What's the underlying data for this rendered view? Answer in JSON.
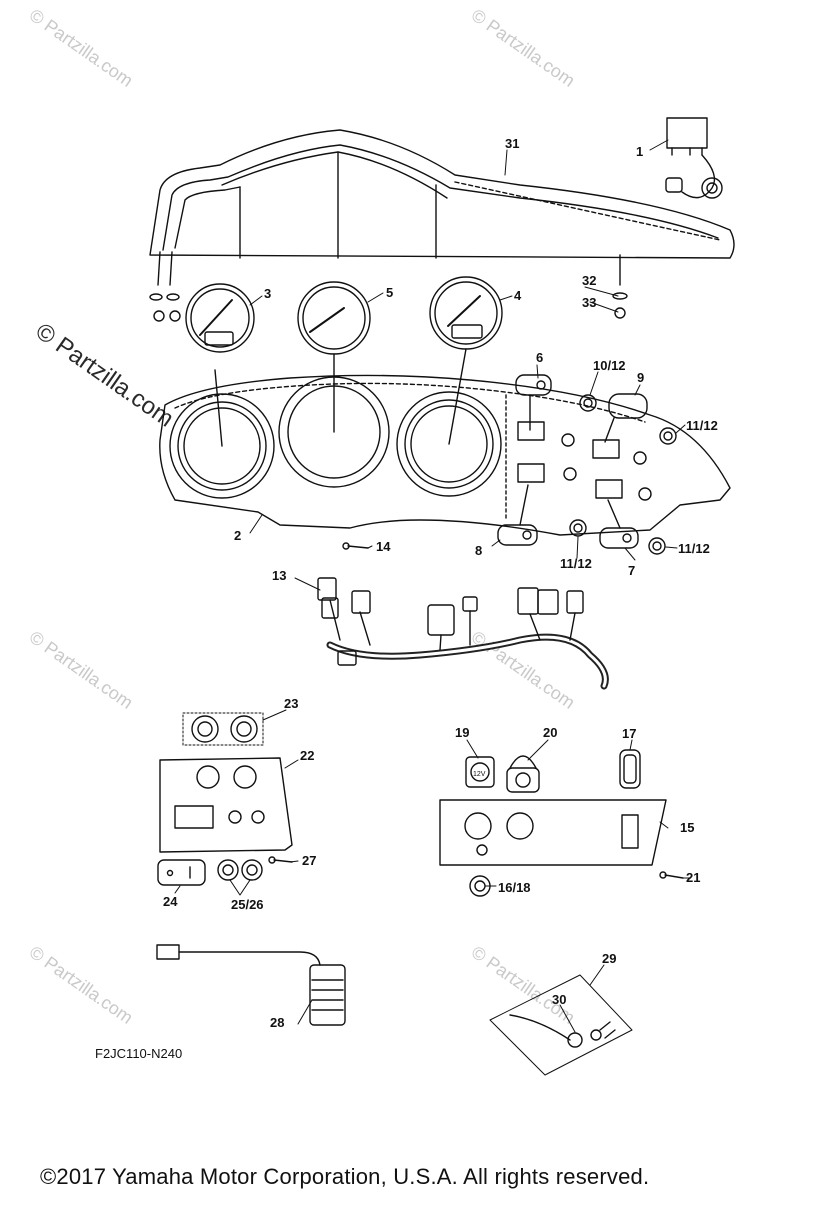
{
  "watermark": {
    "small": "© Partzilla.com",
    "large": "© Partzilla.com"
  },
  "diagram_code": "F2JC110-N240",
  "copyright": "©2017  Yamaha Motor Corporation, U.S.A. All rights reserved.",
  "callouts": {
    "c1": "1",
    "c2": "2",
    "c3": "3",
    "c4": "4",
    "c5": "5",
    "c6": "6",
    "c7": "7",
    "c8": "8",
    "c9": "9",
    "c10_12": "10/12",
    "c11_12_a": "11/12",
    "c11_12_b": "11/12",
    "c11_12_c": "11/12",
    "c13": "13",
    "c14": "14",
    "c15": "15",
    "c16_18": "16/18",
    "c17": "17",
    "c19": "19",
    "c20": "20",
    "c21": "21",
    "c22": "22",
    "c23": "23",
    "c24": "24",
    "c25_26": "25/26",
    "c27": "27",
    "c28": "28",
    "c29": "29",
    "c30": "30",
    "c31": "31",
    "c32": "32",
    "c33": "33"
  },
  "gauge_text": {
    "usb_label": "12V"
  }
}
